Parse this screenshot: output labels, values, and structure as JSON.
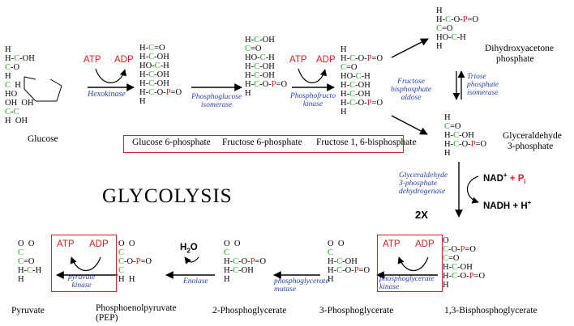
{
  "title": "GLYCOLYSIS",
  "metabolites": {
    "glucose": "Glucose",
    "g6p": "Glucose 6-phosphate",
    "f6p": "Fructose 6-phosphate",
    "f16bp": "Fructose 1, 6-bisphosphate",
    "dhap_1": "Dihydroxyacetone",
    "dhap_2": "phosphate",
    "g3p_1": "Glyceraldehyde",
    "g3p_2": "3-phosphate",
    "bpg": "1,3-Bisphosphoglycerate",
    "pg3": "3-Phosphoglycerate",
    "pg2": "2-Phosphoglycerate",
    "pep_1": "Phosphoenolpyruvate",
    "pep_2": "(PEP)",
    "pyruvate": "Pyruvate"
  },
  "enzymes": {
    "hexokinase": "Hexokinase",
    "pgi": "Phosphoglucose\nisomerase",
    "pfk": "Phosphofructo\nkinase",
    "aldolase": "Fructose\nbisphosphate\naldose",
    "tpi": "Triose\nphosphate\nisomerase",
    "gapdh": "Glyceraldehyde\n3-phosphate\ndehydrogenase",
    "pgk": "phosphoglycerate\nkinase",
    "pgm": "phosphoglycerate\nmutase",
    "enolase": "Enolase",
    "pk": "pyruvate\nkinase"
  },
  "cofactors": {
    "atp": "ATP",
    "adp": "ADP",
    "nad": "NAD",
    "nad_sup": "+",
    "plus_pi": "+ P",
    "pi_sub": "i",
    "nadh": "NADH + H",
    "nadh_sup": "+",
    "water": "H",
    "water_sub": "2",
    "water_o": "O",
    "two_x": "2X"
  },
  "structures": {
    "g6p": [
      "H-C=O",
      "H-C-OH",
      "HO-C-H",
      "H-C-OH",
      "H-C-OH",
      "H-C-O-P=O",
      "H"
    ],
    "f6p": [
      "H-C-OH",
      "C=O",
      "HO-C-H",
      "H-C-OH",
      "H-C-OH",
      "H-C-O-P=O",
      "H"
    ],
    "f16bp": [
      "H",
      "H-C-O-P=O",
      "C=O",
      "HO-C-H",
      "H-C-OH",
      "H-C-OH",
      "H-C-O-P=O",
      "H"
    ],
    "dhap": [
      "H",
      "H-C-O-P=O",
      "C=O",
      "HO-C-H",
      "H"
    ],
    "g3p": [
      "H",
      "C=O",
      "H-C-OH",
      "H-C-O-P=O",
      "H"
    ],
    "bpg": [
      "O",
      "C-O-P=O",
      "C=O",
      "H-C-OH",
      "H-C-O-P=O",
      "H"
    ],
    "pg3": [
      "O  O",
      "C",
      "H-C-OH",
      "H-C-O-P=O",
      "H"
    ],
    "pg2": [
      "O  O",
      "C",
      "H-C-O-P=O",
      "H-C-OH",
      "H"
    ],
    "pep": [
      "O  O",
      "C",
      "C-O-P=O",
      "C",
      "H  H"
    ],
    "pyr": [
      "O  O",
      "C",
      "C=O",
      "H-C-H",
      "H"
    ],
    "glucose": [
      "H",
      "H-C-OH",
      "C-O",
      "H",
      "C  H",
      "HO",
      "OH  OH",
      "C-C",
      "H  OH"
    ]
  }
}
